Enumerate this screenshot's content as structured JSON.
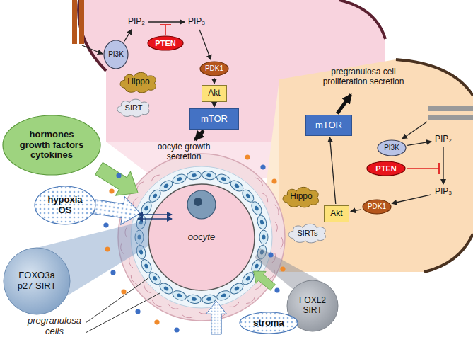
{
  "diagram": {
    "nodes": [
      {
        "text": [
          "PI3K"
        ]
      },
      {
        "text": [
          "PTEN"
        ]
      },
      {
        "text": [
          "PIP₂"
        ]
      },
      {
        "text": [
          "PIP₃"
        ]
      },
      {
        "text": [
          "PDK1"
        ]
      },
      {
        "text": [
          "Akt"
        ]
      },
      {
        "text": [
          "mTOR"
        ]
      },
      {
        "text": [
          "Hippo"
        ]
      },
      {
        "text": [
          "SIRT"
        ]
      },
      {
        "text": [
          "oocyte growth secretion"
        ]
      },
      {
        "text": [
          "pregranulosa cell proliferation secretion"
        ]
      },
      {
        "text": [
          "mTOR"
        ]
      },
      {
        "text": [
          "PI3K"
        ]
      },
      {
        "text": [
          "PTEN"
        ]
      },
      {
        "text": [
          "PIP₂"
        ]
      },
      {
        "text": [
          "PIP₃"
        ]
      },
      {
        "text": [
          "PDK1"
        ]
      },
      {
        "text": [
          "Akt"
        ]
      },
      {
        "text": [
          "Hippo"
        ]
      },
      {
        "text": [
          "SIRTs"
        ]
      },
      {
        "text": [
          "hormones growth factors cytokines"
        ]
      },
      {
        "text": [
          "hypoxia OS"
        ]
      },
      {
        "text": [
          "FOXO3a p27 SIRT"
        ]
      },
      {
        "text": [
          "FOXL2 SIRT"
        ]
      },
      {
        "text": [
          "stroma"
        ]
      },
      {
        "text": [
          "oocyte"
        ]
      }
    ],
    "edges": [
      {
        "from": 0,
        "to": 2,
        "arrow": "to"
      },
      {
        "from": 2,
        "to": 3,
        "arrow": "to"
      },
      {
        "from": 3,
        "to": 4,
        "arrow": "to"
      },
      {
        "from": 4,
        "to": 5,
        "arrow": "to"
      },
      {
        "from": 5,
        "to": 6,
        "arrow": "to"
      },
      {
        "from": 6,
        "to": 9,
        "arrow": "to"
      },
      {
        "from": 12,
        "to": 14,
        "arrow": "to"
      },
      {
        "from": 14,
        "to": 15,
        "arrow": "to"
      },
      {
        "from": 15,
        "to": 16,
        "arrow": "to"
      },
      {
        "from": 16,
        "to": 17,
        "arrow": "to"
      },
      {
        "from": 17,
        "to": 11,
        "arrow": "to"
      },
      {
        "from": 11,
        "to": 10,
        "arrow": "to"
      }
    ],
    "labels": [
      "pregranulosa cells"
    ]
  }
}
